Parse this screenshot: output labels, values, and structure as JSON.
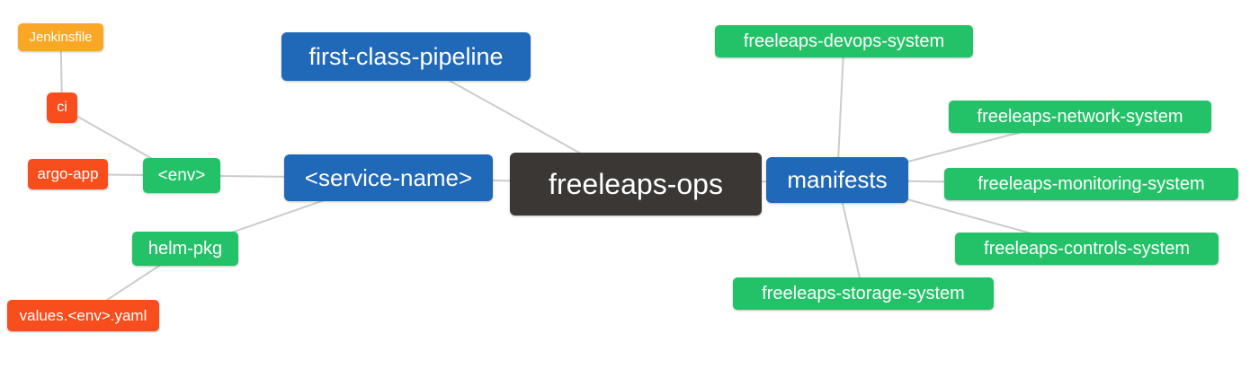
{
  "mindmap": {
    "title": "freeleaps-ops repository structure mind map",
    "root_id": "freeleaps-ops",
    "colors": {
      "blue": "#2068b8",
      "green": "#24c268",
      "red": "#f84e1e",
      "orange": "#f9a826",
      "dark": "#3b3734",
      "edge": "#cccccc",
      "text": "#ffffff",
      "background": "#ffffff"
    },
    "nodes": [
      {
        "id": "jenkinsfile",
        "label": "Jenkinsfile",
        "color_role": "orange"
      },
      {
        "id": "ci",
        "label": "ci",
        "color_role": "red"
      },
      {
        "id": "argo-app",
        "label": "argo-app",
        "color_role": "red"
      },
      {
        "id": "env",
        "label": "<env>",
        "color_role": "green"
      },
      {
        "id": "helm-pkg",
        "label": "helm-pkg",
        "color_role": "green"
      },
      {
        "id": "values-env-yaml",
        "label": "values.<env>.yaml",
        "color_role": "red"
      },
      {
        "id": "first-class-pipeline",
        "label": "first-class-pipeline",
        "color_role": "blue"
      },
      {
        "id": "service-name",
        "label": "<service-name>",
        "color_role": "blue"
      },
      {
        "id": "freeleaps-ops",
        "label": "freeleaps-ops",
        "color_role": "dark"
      },
      {
        "id": "manifests",
        "label": "manifests",
        "color_role": "blue"
      },
      {
        "id": "freeleaps-devops-system",
        "label": "freeleaps-devops-system",
        "color_role": "green"
      },
      {
        "id": "freeleaps-network-system",
        "label": "freeleaps-network-system",
        "color_role": "green"
      },
      {
        "id": "freeleaps-monitoring-system",
        "label": "freeleaps-monitoring-system",
        "color_role": "green"
      },
      {
        "id": "freeleaps-controls-system",
        "label": "freeleaps-controls-system",
        "color_role": "green"
      },
      {
        "id": "freeleaps-storage-system",
        "label": "freeleaps-storage-system",
        "color_role": "green"
      }
    ],
    "edges": [
      {
        "from": "jenkinsfile",
        "to": "ci"
      },
      {
        "from": "ci",
        "to": "env"
      },
      {
        "from": "argo-app",
        "to": "env"
      },
      {
        "from": "env",
        "to": "service-name"
      },
      {
        "from": "helm-pkg",
        "to": "service-name"
      },
      {
        "from": "values-env-yaml",
        "to": "helm-pkg"
      },
      {
        "from": "first-class-pipeline",
        "to": "freeleaps-ops"
      },
      {
        "from": "service-name",
        "to": "freeleaps-ops"
      },
      {
        "from": "freeleaps-ops",
        "to": "manifests"
      },
      {
        "from": "manifests",
        "to": "freeleaps-devops-system"
      },
      {
        "from": "manifests",
        "to": "freeleaps-network-system"
      },
      {
        "from": "manifests",
        "to": "freeleaps-monitoring-system"
      },
      {
        "from": "manifests",
        "to": "freeleaps-controls-system"
      },
      {
        "from": "manifests",
        "to": "freeleaps-storage-system"
      }
    ]
  }
}
